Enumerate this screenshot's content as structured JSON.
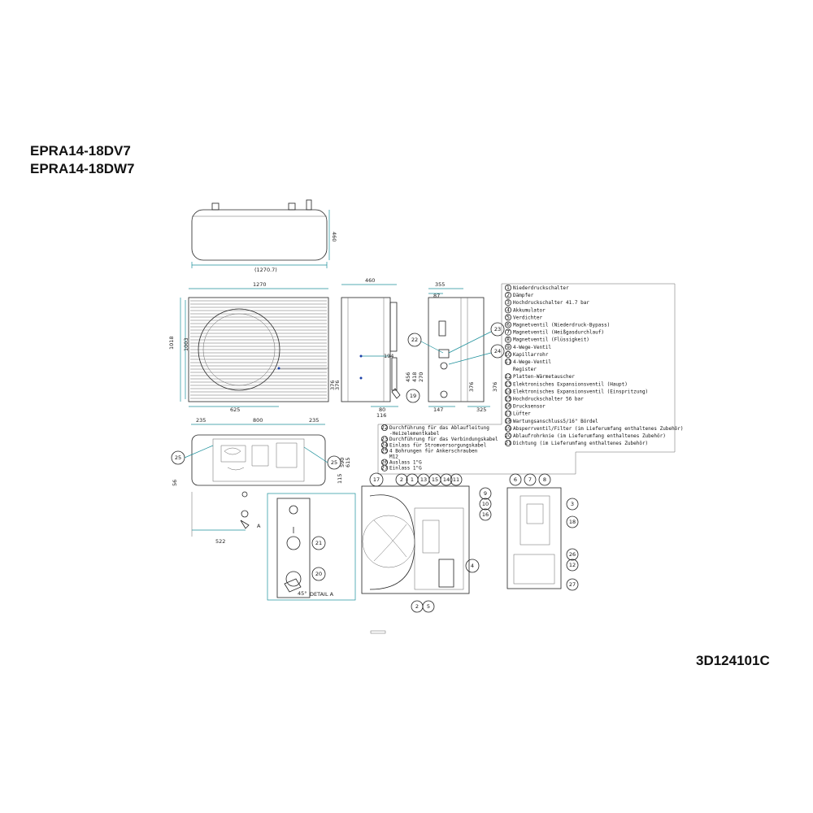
{
  "header": {
    "models": [
      "EPRA14-18DV7",
      "EPRA14-18DW7"
    ],
    "doc_id": "3D124101C"
  },
  "legend_main": [
    {
      "n": "1",
      "t": "Niederdruckschalter"
    },
    {
      "n": "2",
      "t": "Dämpfer"
    },
    {
      "n": "3",
      "t": "Hochdruckschalter 41.7 bar"
    },
    {
      "n": "4",
      "t": "Akkumulator"
    },
    {
      "n": "5",
      "t": "Verdichter"
    },
    {
      "n": "6",
      "t": "Magnetventil (Niederdruck-Bypass)"
    },
    {
      "n": "7",
      "t": "Magnetventil (Heißgasdurchlauf)"
    },
    {
      "n": "8",
      "t": "Magnetventil (Flüssigkeit)"
    },
    {
      "n": "9",
      "t": "4-Wege-Ventil"
    },
    {
      "n": "10",
      "t": "Kapillarrohr"
    },
    {
      "n": "11",
      "t": "4-Wege-Ventil"
    },
    {
      "n": "",
      "t": "Register"
    },
    {
      "n": "12",
      "t": "Platten-Wärmetauscher"
    },
    {
      "n": "13",
      "t": "Elektronisches Expansionsventil (Haupt)"
    },
    {
      "n": "14",
      "t": "Elektronisches Expansionsventil (Einspritzung)"
    },
    {
      "n": "15",
      "t": "Hochdruckschalter 56 bar"
    },
    {
      "n": "16",
      "t": "Drucksensor"
    },
    {
      "n": "17",
      "t": "Lüfter"
    },
    {
      "n": "18",
      "t": "Wartungsanschluss5/16\" Bördel"
    },
    {
      "n": "19",
      "t": "Absperrventil/Filter (im Lieferumfang enthaltenes Zubehör)"
    },
    {
      "n": "20",
      "t": "Ablaufrohrknie (im Lieferumfang enthaltenes Zubehör)"
    },
    {
      "n": "21",
      "t": "Dichtung (im Lieferumfang enthaltenes Zubehör)"
    }
  ],
  "legend_secondary": [
    {
      "n": "22",
      "t": "Durchführung für das Ablaufleitung"
    },
    {
      "n": "",
      "t": "-Heizelementkabel"
    },
    {
      "n": "23",
      "t": "Durchführung für das Verbindungskabel"
    },
    {
      "n": "24",
      "t": "Einlass für Stromversorgungskabel"
    },
    {
      "n": "25",
      "t": "4 Bohrungen für Ankerschrauben"
    },
    {
      "n": "",
      "t": "M12"
    },
    {
      "n": "26",
      "t": "Auslass 1\"G"
    },
    {
      "n": "27",
      "t": "Einlass 1\"G"
    }
  ],
  "dimensions": {
    "top_depth": "460",
    "top_width": "(1270.7)",
    "front_width": "1270",
    "front_h_outer": "1018",
    "front_h_inner": "1003",
    "front_bottom": "625",
    "front_side_376": "376",
    "side_depth": "460",
    "side_194": "194",
    "side_376": "376",
    "side_80": "80",
    "side_116": "116",
    "rear_355": "355",
    "rear_87": "87",
    "rear_456": "456",
    "rear_418": "418",
    "rear_270": "270",
    "rear_147": "147",
    "rear_325": "325",
    "rear_376a": "376",
    "rear_376b": "376",
    "base_235_left": "235",
    "base_800": "800",
    "base_235_right": "235",
    "base_56": "56",
    "base_115": "115",
    "base_590": "590",
    "base_615": "615",
    "base_522": "522"
  },
  "labels": {
    "view_a": "A",
    "detail_title": "DETAIL A",
    "angle": "45°"
  },
  "bubbles": {
    "front_19": "19",
    "rear_22": "22",
    "rear_23": "23",
    "rear_24": "24",
    "base_25_left": "25",
    "base_25_right": "25",
    "detail_21": "21",
    "detail_20": "20",
    "int_17": "17",
    "int_2a": "2",
    "int_1": "1",
    "int_13": "13",
    "int_15": "15",
    "int_14": "14",
    "int_11": "11",
    "int_4": "4",
    "int_2b": "2",
    "int_5": "5",
    "int_6": "6",
    "int_7": "7",
    "int_8": "8",
    "int_9": "9",
    "int_10": "10",
    "int_16": "16",
    "int_3": "3",
    "int_18": "18",
    "int_26": "26",
    "int_12": "12",
    "int_27": "27"
  }
}
